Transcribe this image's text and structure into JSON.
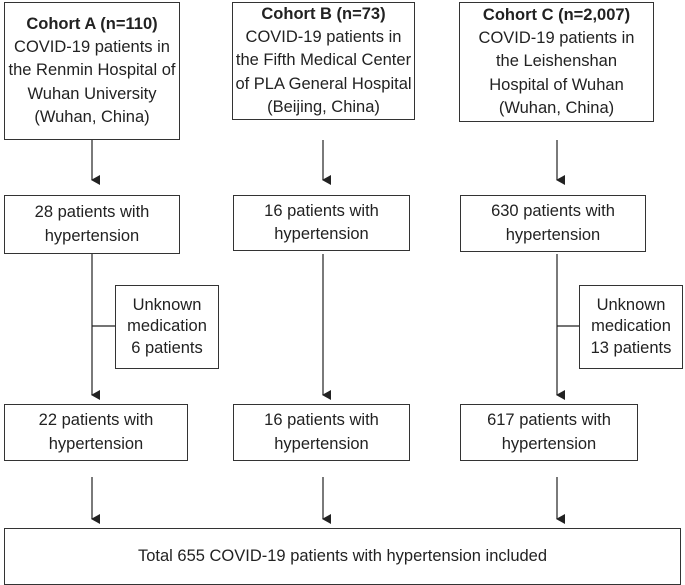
{
  "cohorts": [
    {
      "title": "Cohort A (n=110)",
      "lines": [
        "COVID-19 patients in",
        "the Renmin Hospital of",
        "Wuhan University",
        "(Wuhan, China)"
      ],
      "hypertension": [
        "28 patients with",
        "hypertension"
      ],
      "excluded": [
        "Unknown",
        "medication",
        "6 patients"
      ],
      "final": [
        "22 patients with",
        "hypertension"
      ]
    },
    {
      "title": "Cohort B (n=73)",
      "lines": [
        "COVID-19 patients in",
        "the Fifth Medical Center",
        "of PLA General Hospital",
        "(Beijing, China)"
      ],
      "hypertension": [
        "16 patients with",
        "hypertension"
      ],
      "excluded": null,
      "final": [
        "16 patients with",
        "hypertension"
      ]
    },
    {
      "title": "Cohort C (n=2,007)",
      "lines": [
        "COVID-19 patients in",
        "the Leishenshan",
        "Hospital of Wuhan",
        "(Wuhan, China)"
      ],
      "hypertension": [
        "630 patients with",
        "hypertension"
      ],
      "excluded": [
        "Unknown",
        "medication",
        "13 patients"
      ],
      "final": [
        "617 patients with",
        "hypertension"
      ]
    }
  ],
  "total": "Total 655 COVID-19 patients with hypertension included"
}
